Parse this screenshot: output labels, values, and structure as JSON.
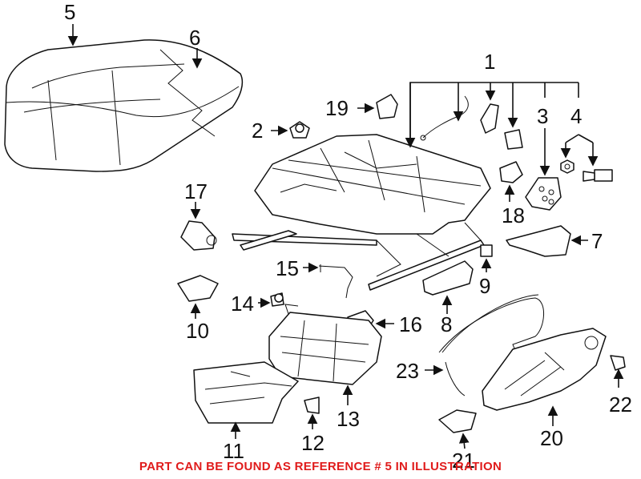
{
  "callouts": {
    "c1": "1",
    "c2": "2",
    "c3": "3",
    "c4": "4",
    "c5": "5",
    "c6": "6",
    "c7": "7",
    "c8": "8",
    "c9": "9",
    "c10": "10",
    "c11": "11",
    "c12": "12",
    "c13": "13",
    "c14": "14",
    "c15": "15",
    "c16": "16",
    "c17": "17",
    "c18": "18",
    "c19": "19",
    "c20": "20",
    "c21": "21",
    "c22": "22",
    "c23": "23"
  },
  "note": "PART CAN BE FOUND AS REFERENCE # 5 IN ILLUSTRATION",
  "colors": {
    "note": "#e01b1b",
    "ink": "#111111"
  }
}
